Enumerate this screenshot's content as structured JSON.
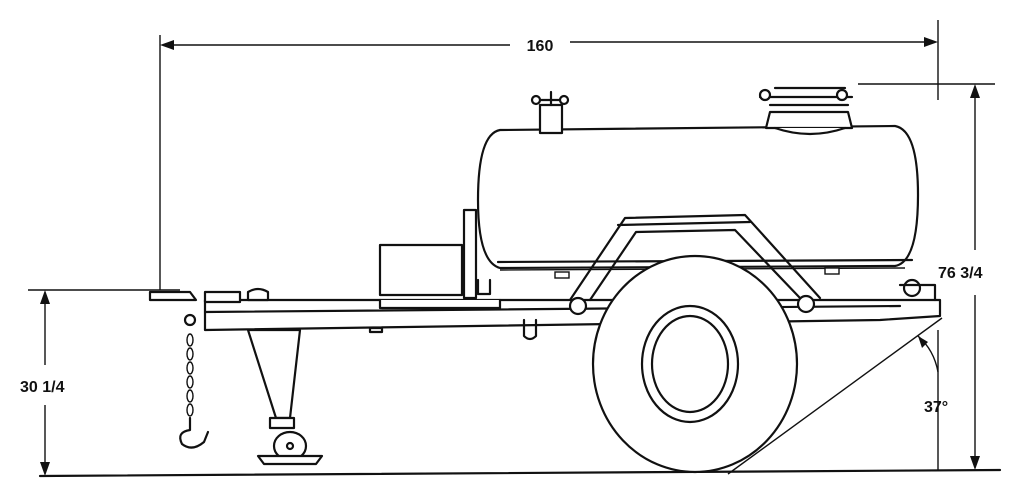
{
  "diagram": {
    "labels": {
      "overall_length": "160",
      "overall_height": "76 3/4",
      "hitch_height": "30 1/4",
      "departure_angle": "37°"
    }
  }
}
